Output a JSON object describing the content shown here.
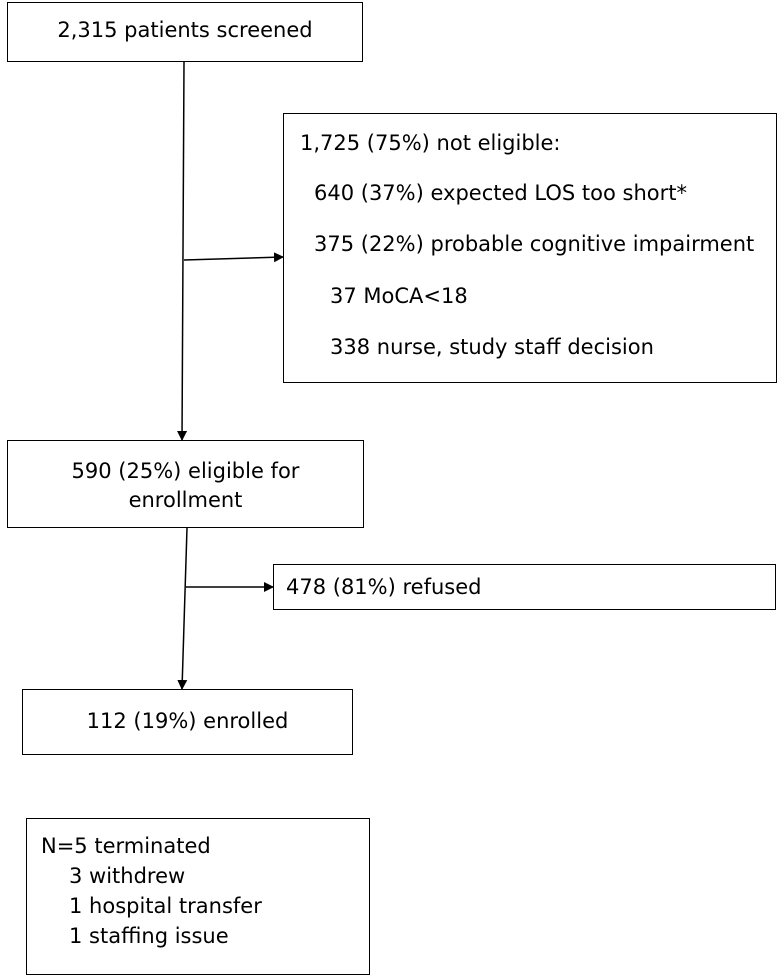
{
  "screened": {
    "text": "2,315 patients screened"
  },
  "not_eligible": {
    "header": "1,725 (75%) not eligible:",
    "items": [
      "640 (37%) expected LOS too short*",
      "375 (22%) probable cognitive impairment",
      "37 MoCA<18",
      "338 nurse, study staff decision"
    ]
  },
  "eligible": {
    "line1": "590 (25%) eligible for",
    "line2": "enrollment"
  },
  "refused": {
    "text": "478 (81%) refused"
  },
  "enrolled": {
    "text": "112 (19%) enrolled"
  },
  "terminated": {
    "header": "N=5 terminated",
    "items": [
      "3 withdrew",
      "1 hospital transfer",
      "1 staffing issue"
    ]
  }
}
